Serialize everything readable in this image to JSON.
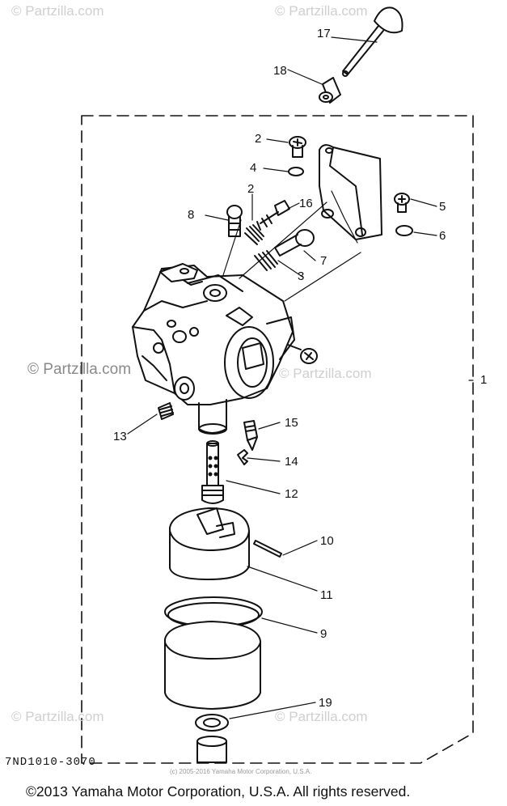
{
  "watermarks": {
    "brand": "© Partzilla.com",
    "brand_short": "Partzilla.com"
  },
  "diagram": {
    "part_code": "7ND1010-3070",
    "small_copyright": "(c) 2005-2016 Yamaha Motor Corporation, U.S.A.",
    "callouts": [
      "1",
      "2",
      "2",
      "3",
      "4",
      "5",
      "6",
      "7",
      "8",
      "9",
      "10",
      "11",
      "12",
      "13",
      "14",
      "15",
      "16",
      "17",
      "18",
      "19"
    ]
  },
  "footer": {
    "copyright": "©2013 Yamaha Motor Corporation, U.S.A. All rights reserved."
  }
}
